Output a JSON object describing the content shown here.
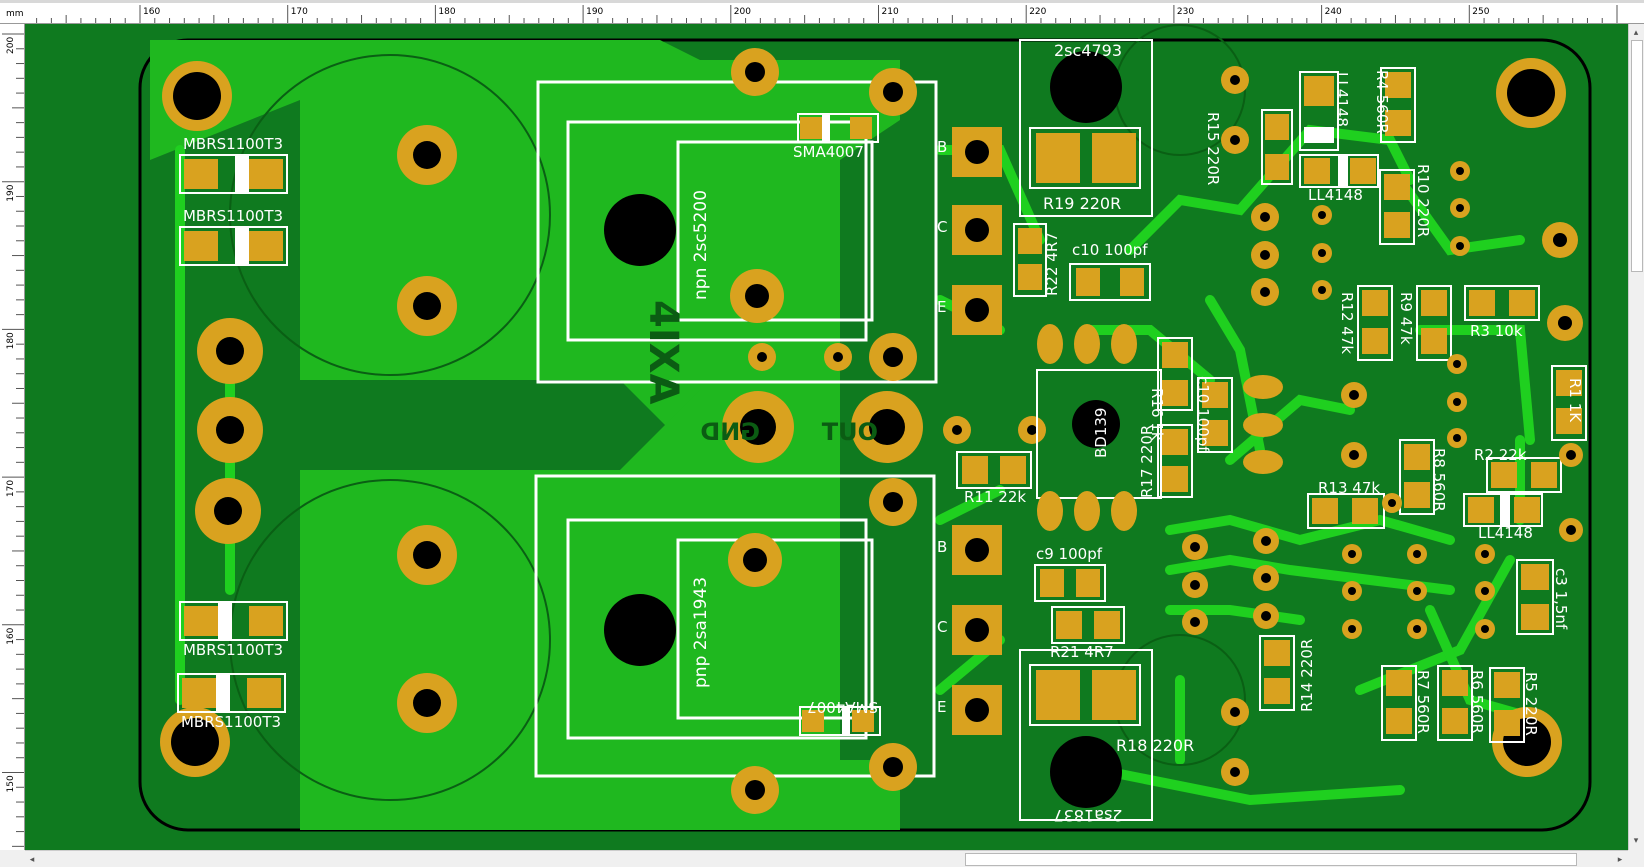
{
  "ruler": {
    "unit": "mm",
    "top_ticks": [
      "160",
      "170",
      "180",
      "190",
      "200",
      "210",
      "220",
      "230",
      "240",
      "250"
    ],
    "left_ticks": [
      "200",
      "190",
      "180",
      "170",
      "160",
      "150"
    ]
  },
  "colors": {
    "board": "#0f7a1f",
    "copper_fill": "#1fb81f",
    "copper_bright": "#27d327",
    "pad": "#d9a21f",
    "silk": "#ffffff",
    "background": "#f0f0f0"
  },
  "board": {
    "labels": {
      "mbrs_1": "MBRS1100T3",
      "mbrs_2": "MBRS1100T3",
      "mbrs_3": "MBRS1100T3",
      "mbrs_4": "MBRS1100T3",
      "sma_top": "SMA4007",
      "sma_bottom": "SMA4007",
      "npn": "npn 2sc5200",
      "pnp": "pnp 2sa1943",
      "top_tr": "2sc4793",
      "bottom_tr": "2sa1837",
      "r19": "R19 220R",
      "r18": "R18 220R",
      "r22": "R22 4R7",
      "r21": "R21 4R7",
      "c10": "c10 100pf",
      "c9": "c9 100pf",
      "c10b": "c10 100pf",
      "bd139": "BD139",
      "r16": "R16 1k",
      "r17": "R17 220R",
      "r11": "R11 22k",
      "r15": "R15 220R",
      "ll4148_1": "LL4148",
      "ll4148_2": "LL4148",
      "ll4148_3": "LL4148",
      "r4": "R4 560R",
      "r10": "R10 220R",
      "r12": "R12 47k",
      "r9": "R9 47k",
      "r3": "R3 10k",
      "r1": "R1 1K",
      "r13": "R13 47k",
      "r8": "R8 560R",
      "r2": "R2 22k",
      "c3": "c3 1,5nf",
      "r14": "R14 220R",
      "r7": "R7 560R",
      "r6": "R6 560R",
      "r5": "R5 220R",
      "out": "OUT",
      "gnd": "GND",
      "brand": "4IXA",
      "pin_b": "B",
      "pin_c": "C",
      "pin_e": "E"
    }
  }
}
